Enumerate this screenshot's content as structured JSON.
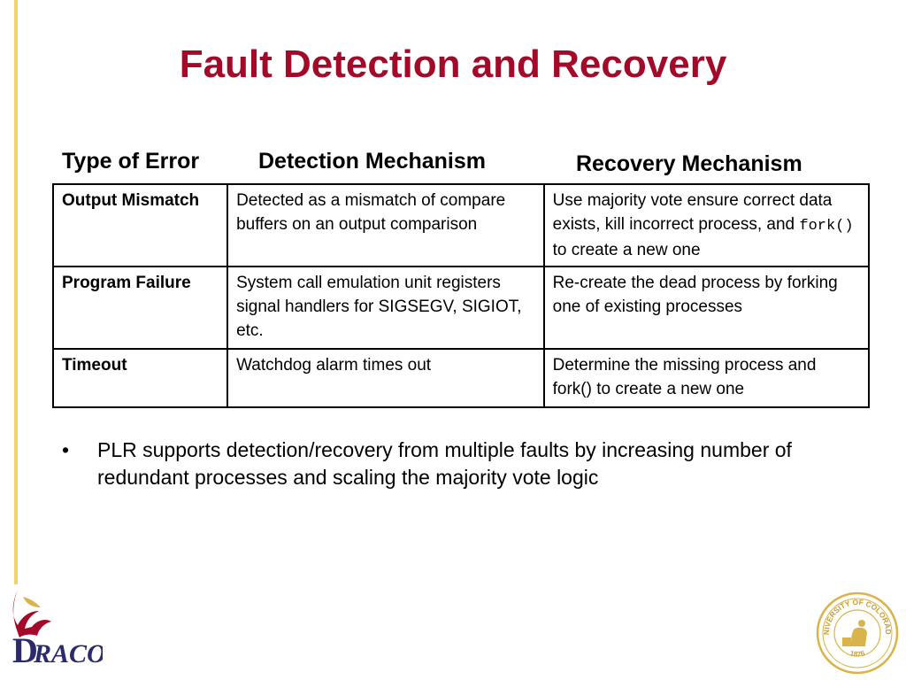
{
  "slide": {
    "title": "Fault Detection and Recovery"
  },
  "table": {
    "headers": [
      "Type of Error",
      "Detection Mechanism",
      "Recovery Mechanism"
    ],
    "rows": [
      {
        "type": "Output Mismatch",
        "detection": "Detected as a mismatch of compare buffers on an output comparison",
        "recovery_pre": "Use majority vote ensure correct data exists, kill incorrect process, and ",
        "recovery_code": "fork()",
        "recovery_post": " to create a new one"
      },
      {
        "type": "Program Failure",
        "detection": "System call emulation unit registers signal handlers for SIGSEGV, SIGIOT, etc.",
        "recovery": "Re-create the dead process by forking one of existing processes"
      },
      {
        "type": "Timeout",
        "detection": "Watchdog alarm times out",
        "recovery": "Determine the missing process and fork() to create a new one"
      }
    ]
  },
  "bullets": [
    {
      "marker": "•",
      "text": "PLR supports detection/recovery from multiple faults by increasing number of redundant processes and scaling the majority vote logic"
    }
  ],
  "branding": {
    "left_logo_text": "RACO",
    "left_logo_letter": "D",
    "seal_text_top": "UNIVERSITY OF COLORADO",
    "seal_text_bottom": "1876",
    "accent_color": "#a30a2a",
    "bar_color": "#f2d36b",
    "seal_color": "#d9b44a"
  }
}
